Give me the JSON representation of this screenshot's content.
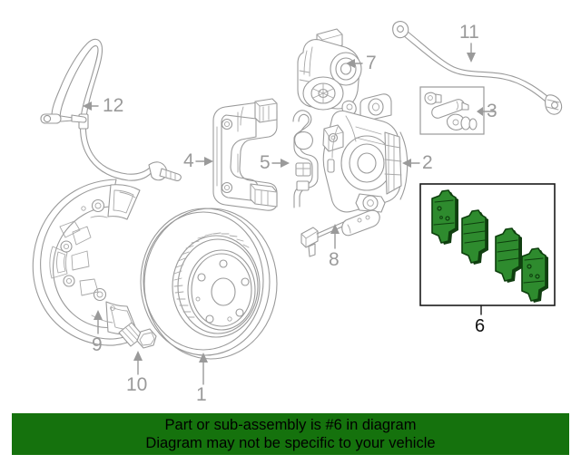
{
  "diagram": {
    "title": "Front brake assembly exploded parts diagram",
    "background_color": "#ffffff",
    "line_color": "#9a9a9a",
    "highlight_color": "#2e8b2e",
    "highlight_shadow_color": "#123f12",
    "callouts": [
      {
        "id": "1",
        "label": "1",
        "part": "brake-rotor",
        "arrow": "up",
        "style": "gray"
      },
      {
        "id": "2",
        "label": "2",
        "part": "brake-caliper",
        "arrow": "left",
        "style": "gray"
      },
      {
        "id": "3",
        "label": "3",
        "part": "guide-pin-kit",
        "arrow": "left",
        "style": "gray"
      },
      {
        "id": "4",
        "label": "4",
        "part": "caliper-carrier",
        "arrow": "right",
        "style": "gray"
      },
      {
        "id": "5",
        "label": "5",
        "part": "pad-retaining-spring",
        "arrow": "right",
        "style": "gray"
      },
      {
        "id": "6",
        "label": "6",
        "part": "brake-pad-set",
        "arrow": "leader",
        "style": "dark"
      },
      {
        "id": "7",
        "label": "7",
        "part": "parking-brake-actuator",
        "arrow": "left",
        "style": "gray"
      },
      {
        "id": "8",
        "label": "8",
        "part": "brake-pad-wear-sensor",
        "arrow": "up",
        "style": "gray"
      },
      {
        "id": "9",
        "label": "9",
        "part": "brake-dust-shield",
        "arrow": "up",
        "style": "gray"
      },
      {
        "id": "10",
        "label": "10",
        "part": "rotor-retaining-screw",
        "arrow": "up",
        "style": "gray"
      },
      {
        "id": "11",
        "label": "11",
        "part": "brake-hose",
        "arrow": "down",
        "style": "gray"
      },
      {
        "id": "12",
        "label": "12",
        "part": "abs-speed-sensor",
        "arrow": "left",
        "style": "gray"
      }
    ],
    "highlighted_group": {
      "number": "6",
      "part": "brake-pad-set",
      "count": 4,
      "boxed": true
    }
  },
  "notice": {
    "background_color": "#15720d",
    "text_color": "#000000",
    "line1": "Part or sub-assembly is #6 in diagram",
    "line2": "Diagram may not be specific to your vehicle"
  }
}
